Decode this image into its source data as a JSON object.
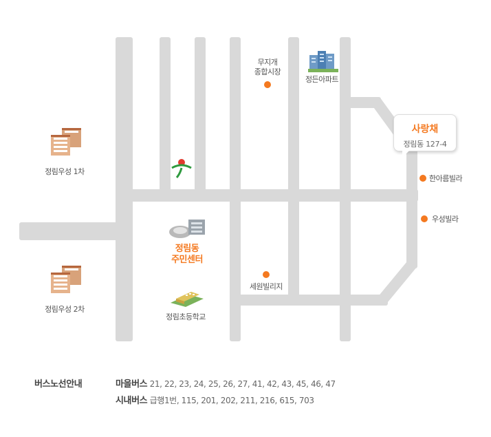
{
  "colors": {
    "road": "#d9d9d9",
    "accent": "#f47920",
    "bank_logo": "#2f9a3f"
  },
  "places": {
    "market": "무지개\n종합시장",
    "apartment": "정든아파트",
    "woosung1": "정림우성 1차",
    "woosung2": "정림우성 2차",
    "community": "정림동\n주민센터",
    "school": "정림초등학교",
    "sewon": "세원빌리지",
    "hanareum": "한아름빌라",
    "woosung_villa": "우성빌라"
  },
  "destination": {
    "name": "사랑채",
    "address": "정림동 127-4"
  },
  "bus": {
    "heading": "버스노선안내",
    "village_label": "마을버스",
    "village_routes": "21, 22, 23, 24, 25, 26, 27, 41, 42, 43, 45, 46, 47",
    "city_label": "시내버스",
    "city_routes": "급행1번, 115, 201, 202, 211, 216, 615, 703"
  }
}
